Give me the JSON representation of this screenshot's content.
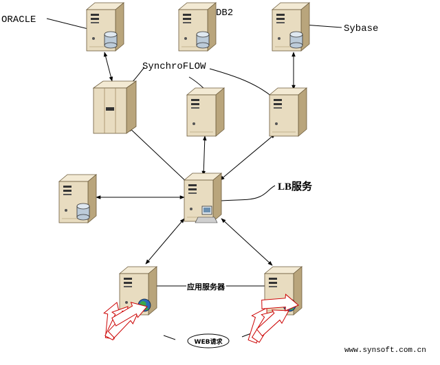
{
  "labels": {
    "oracle": "ORACLE",
    "db2": "DB2",
    "sybase": "Sybase",
    "synchroflow": "SynchroFLOW",
    "lb_service": "LB服务",
    "app_server": "应用服务器",
    "web_request": "WEB请求",
    "website": "www.synsoft.com.cn"
  },
  "icons": {
    "db_server": "database-server-icon",
    "tower_server": "tower-server-icon",
    "lb_server": "load-balancer-server-icon",
    "web_app_server": "web-app-server-icon",
    "request_arrow": "request-arrow-icon"
  },
  "colors": {
    "server_body": "#e8dcc0",
    "server_side": "#c8b68c",
    "cylinder": "#b8c8d8",
    "globe": "#2a6ab8",
    "arrow_outline": "#cc0000"
  }
}
